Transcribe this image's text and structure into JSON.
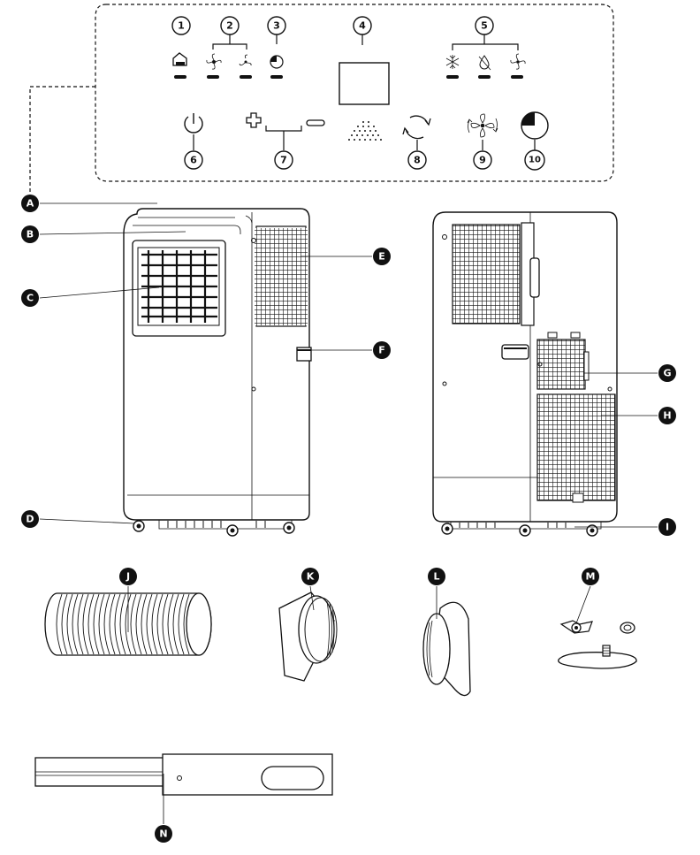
{
  "panel_numbers": [
    "1",
    "2",
    "3",
    "4",
    "5",
    "6",
    "7",
    "8",
    "9",
    "10"
  ],
  "part_letters": [
    "A",
    "B",
    "C",
    "D",
    "E",
    "F",
    "G",
    "H",
    "I",
    "J",
    "K",
    "L",
    "M",
    "N"
  ],
  "icons": {
    "n1": "water-tank-icon",
    "n2a": "fan-high-icon",
    "n2b": "fan-low-icon",
    "n3": "timer-icon",
    "n5a": "cool-mode-icon",
    "n5b": "dry-mode-icon",
    "n5c": "fan-mode-icon",
    "n6": "power-icon",
    "n7a": "plus-icon",
    "n7b": "minus-icon",
    "n8": "mode-cycle-icon",
    "n9": "fan-speed-icon",
    "n10": "timer-button-icon"
  },
  "colors": {
    "ink": "#111111",
    "paper": "#ffffff"
  }
}
